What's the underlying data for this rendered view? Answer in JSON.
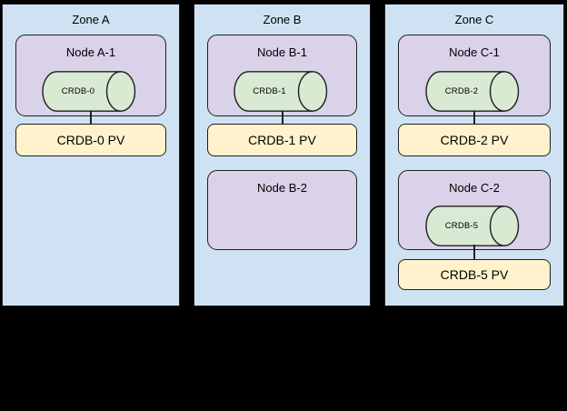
{
  "diagram": {
    "background": "#000000",
    "palette": {
      "zone_fill": "#cfe2f3",
      "node_fill": "#d9d2e9",
      "pod_fill": "#d9ead3",
      "pv_fill": "#fff2cc",
      "stroke": "#1f1f1f",
      "text": "#000000"
    }
  },
  "zones": [
    {
      "title": "Zone A",
      "node1": {
        "label": "Node A-1",
        "pod_label": "CRDB-0"
      },
      "pv1_label": "CRDB-0 PV"
    },
    {
      "title": "Zone B",
      "node1": {
        "label": "Node B-1",
        "pod_label": "CRDB-1"
      },
      "pv1_label": "CRDB-1 PV",
      "node2": {
        "label": "Node B-2"
      }
    },
    {
      "title": "Zone C",
      "node1": {
        "label": "Node C-1",
        "pod_label": "CRDB-2"
      },
      "pv1_label": "CRDB-2 PV",
      "node2": {
        "label": "Node C-2",
        "pod_label": "CRDB-5"
      },
      "pv2_label": "CRDB-5 PV"
    }
  ]
}
